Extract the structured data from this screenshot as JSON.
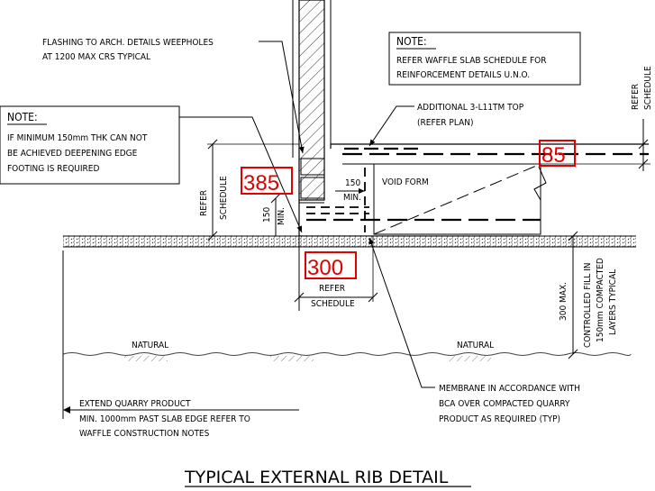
{
  "title": "TYPICAL EXTERNAL RIB DETAIL",
  "callouts": {
    "flashing_1": "FLASHING TO ARCH. DETAILS WEEPHOLES",
    "flashing_2": "AT 1200 MAX CRS TYPICAL",
    "note_right_title": "NOTE:",
    "note_right_1": "REFER WAFFLE SLAB SCHEDULE FOR",
    "note_right_2": "REINFORCEMENT DETAILS U.N.O.",
    "note_left_title": "NOTE:",
    "note_left_1": "IF MINIMUM 150mm THK CAN NOT",
    "note_left_2": "BE ACHIEVED DEEPENING EDGE",
    "note_left_3": "FOOTING IS REQUIRED",
    "additional_1": "ADDITIONAL 3-L11TM TOP",
    "additional_2": "(REFER PLAN)",
    "void_form": "VOID FORM",
    "natural_left": "NATURAL",
    "natural_right": "NATURAL",
    "extend_1": "EXTEND QUARRY PRODUCT",
    "extend_2": "MIN. 1000mm PAST SLAB EDGE REFER TO",
    "extend_3": "WAFFLE CONSTRUCTION NOTES",
    "membrane_1": "MEMBRANE IN ACCORDANCE WITH",
    "membrane_2": "BCA OVER COMPACTED QUARRY",
    "membrane_3": "PRODUCT AS REQUIRED (TYP)"
  },
  "dimensions": {
    "refer_left_1": "REFER",
    "refer_left_2": "SCHEDULE",
    "refer_right_1": "REFER",
    "refer_right_2": "SCHEDULE",
    "refer_bottom_1": "REFER",
    "refer_bottom_2": "SCHEDULE",
    "dim_150_v": "150",
    "dim_min_v": "MIN.",
    "dim_150_h": "150",
    "dim_min_h": "MIN.",
    "max_300": "300 MAX.",
    "fill_1": "CONTROLLED FILL IN",
    "fill_2": "150mm COMPACTED",
    "fill_3": "LAYERS TYPICAL"
  },
  "annotations": {
    "value_385": "385",
    "value_85": "85",
    "value_300": "300"
  },
  "colors": {
    "annotation": "#e00000",
    "linework": "#000000"
  }
}
